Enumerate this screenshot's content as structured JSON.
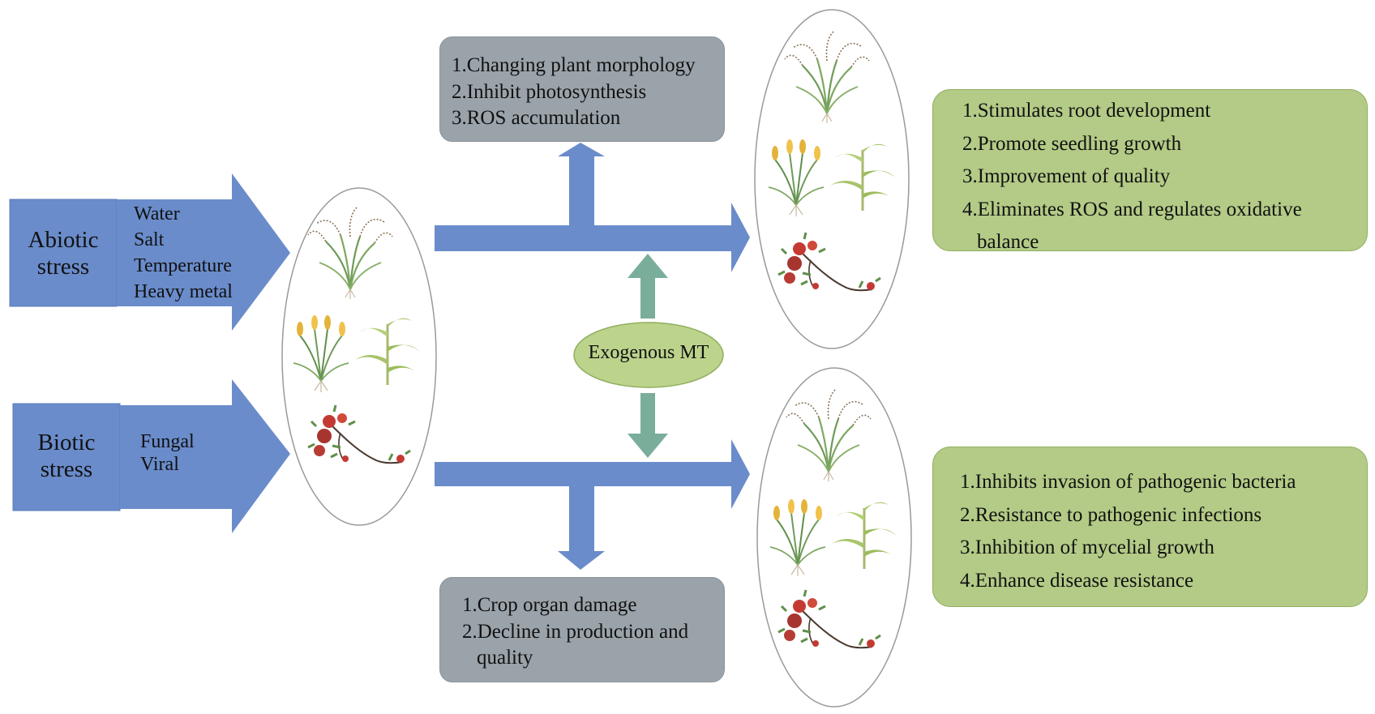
{
  "abiotic": {
    "label": "Abiotic stress",
    "items": [
      "Water",
      "Salt",
      "Temperature",
      "Heavy metal"
    ]
  },
  "biotic": {
    "label": "Biotic stress",
    "items": [
      "Fungal",
      "Viral"
    ]
  },
  "center": {
    "label": "Exogenous MT"
  },
  "negative_abiotic": {
    "items": [
      "1.Changing plant morphology",
      "2.Inhibit photosynthesis",
      "3.ROS accumulation"
    ]
  },
  "negative_biotic": {
    "items": [
      "1.Crop organ damage",
      "2.Decline in production and",
      "quality"
    ]
  },
  "positive_abiotic": {
    "items": [
      "1.Stimulates root development",
      "2.Promote seedling growth",
      "3.Improvement of quality",
      "4.Eliminates ROS and regulates oxidative",
      "balance"
    ]
  },
  "positive_biotic": {
    "items": [
      "1.Inhibits invasion of pathogenic bacteria",
      "2.Resistance to pathogenic infections",
      "3.Inhibition of mycelial growth",
      "4.Enhance disease resistance"
    ]
  },
  "colors": {
    "arrow_blue": "#6a8ccb",
    "arrow_teal": "#7aae9b",
    "gray_box": "#9aa3aa",
    "green_box": "#b3cb86",
    "mt_ellipse": "#bcd38c"
  }
}
